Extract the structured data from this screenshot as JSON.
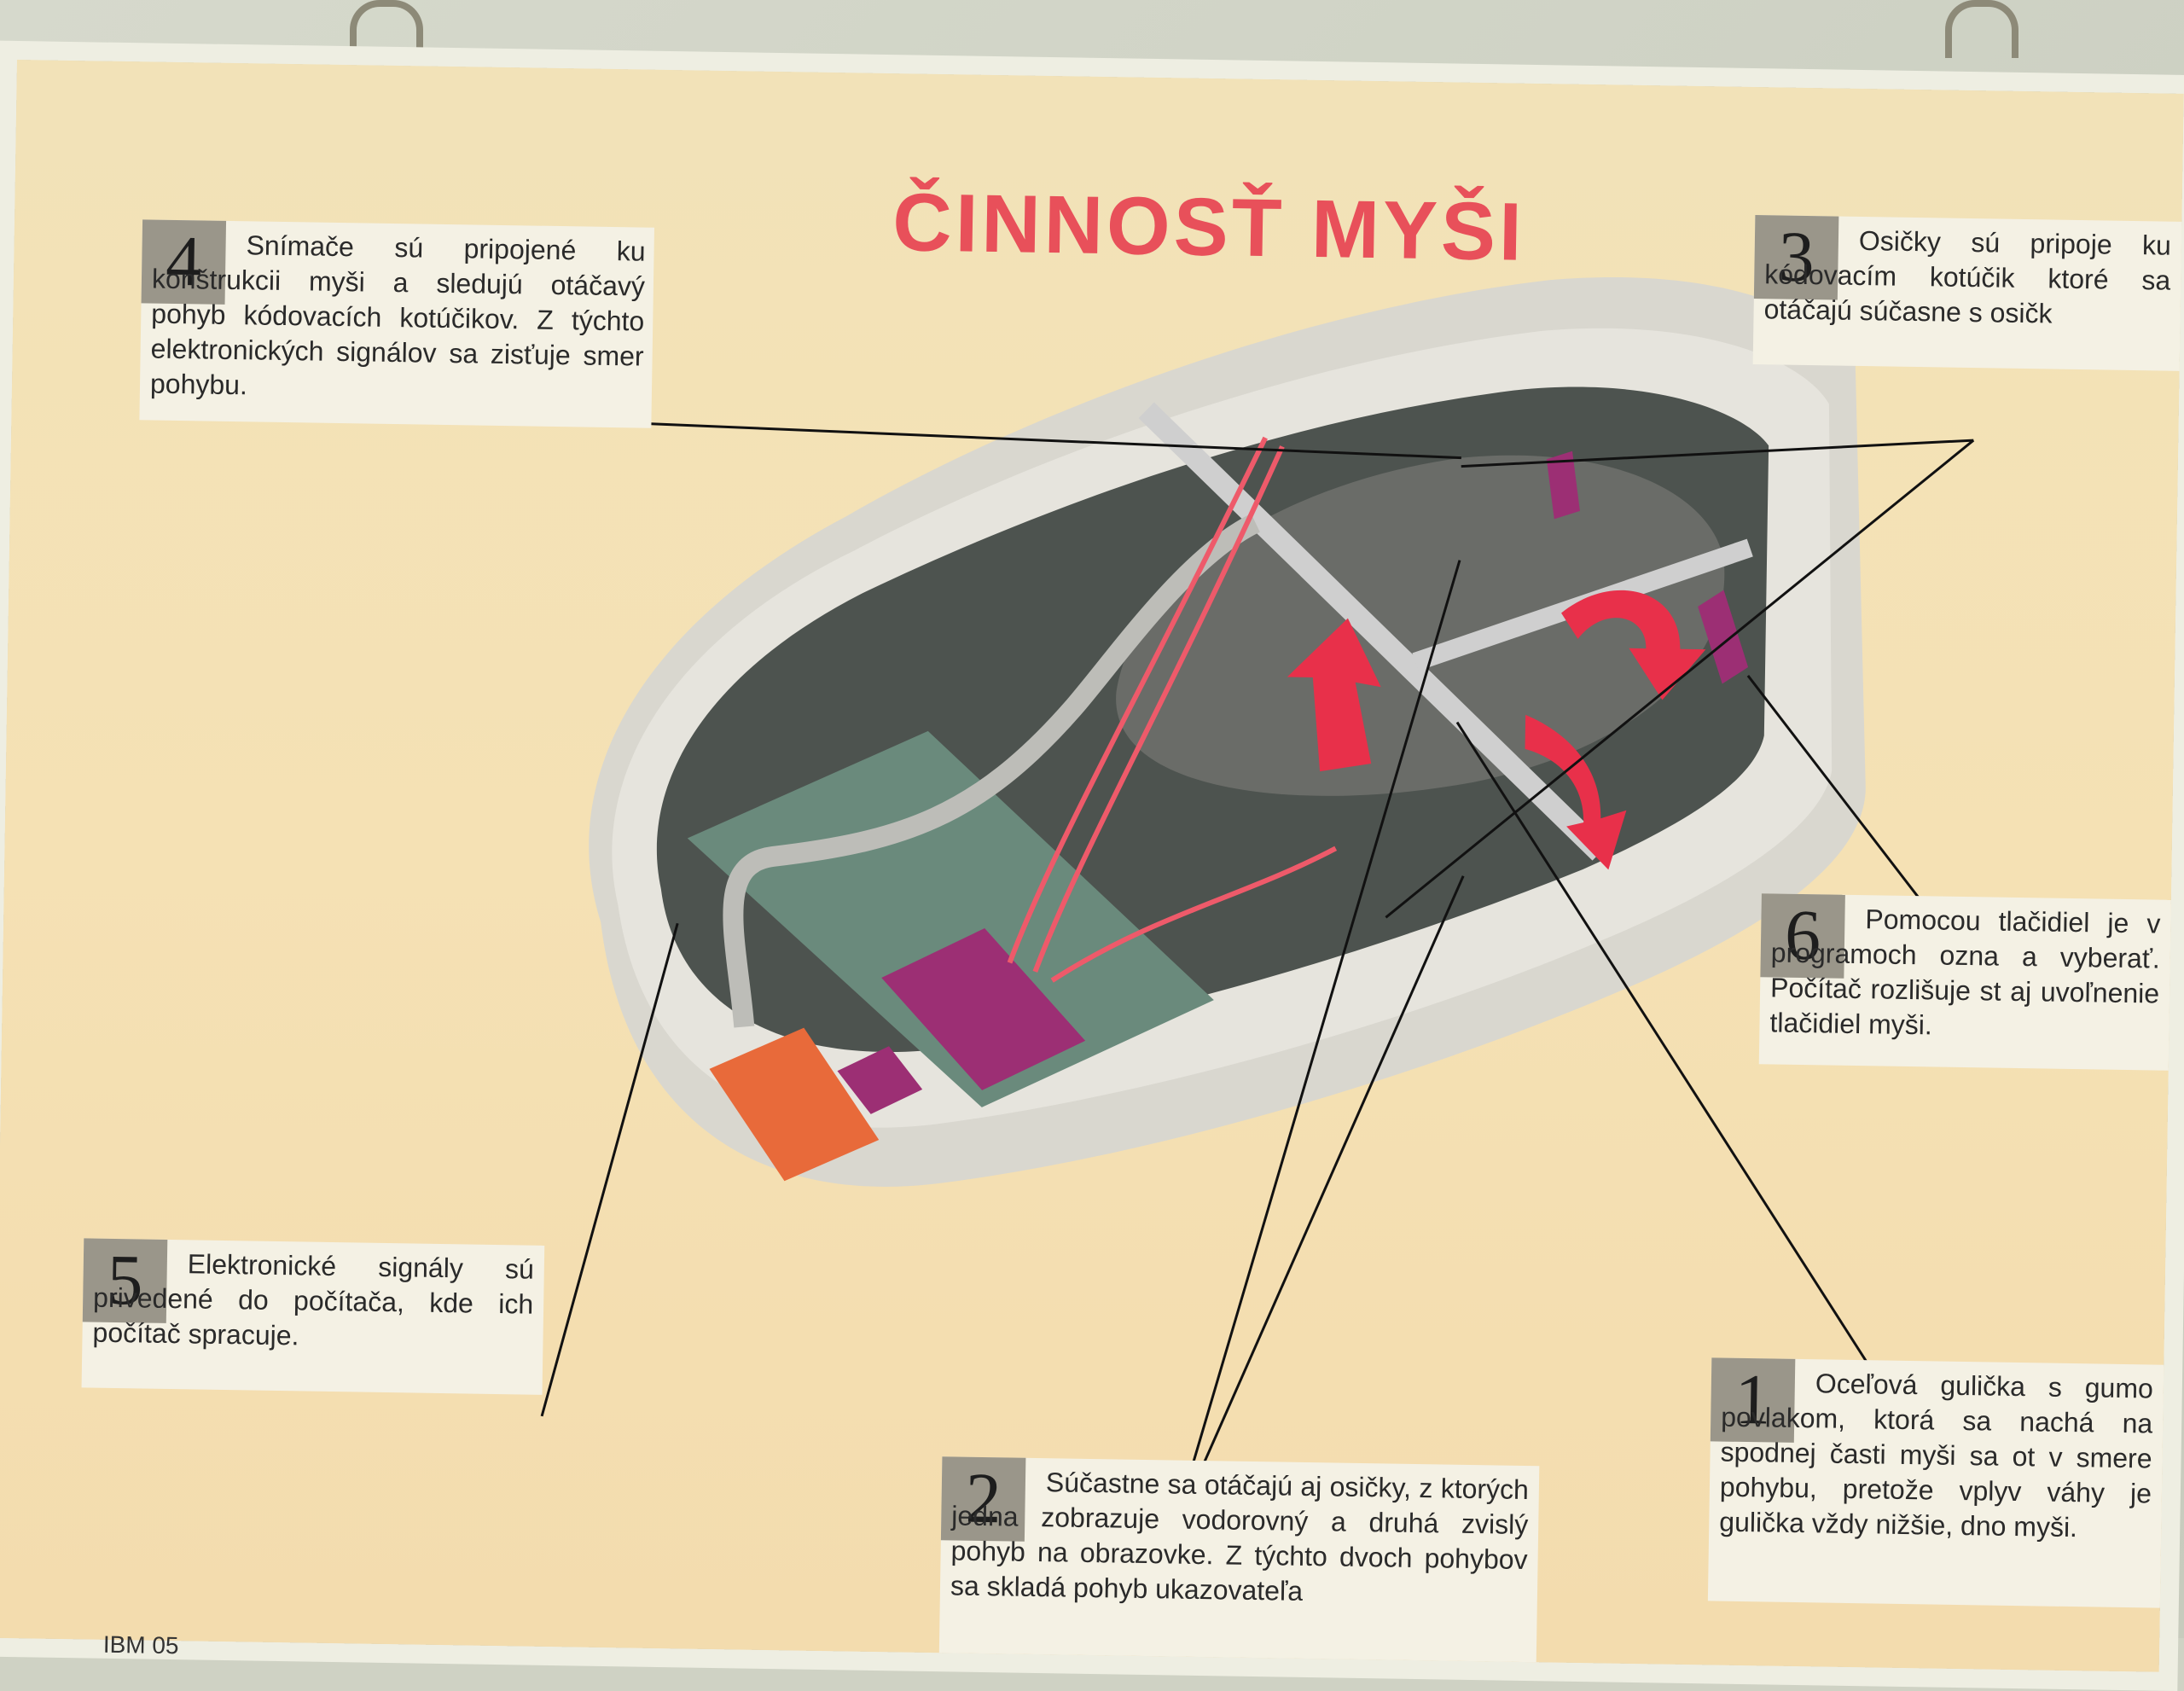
{
  "title": "ČINNOSŤ MYŠI",
  "footer_code": "IBM 05",
  "callouts": [
    {
      "num": "4",
      "text": "Snímače sú pripojené ku konštrukcii myši a sledujú otáčavý pohyb kódovacích kotúčikov. Z týchto elektronických signálov sa zisťuje smer pohybu."
    },
    {
      "num": "3",
      "text": "Osičky sú pripoje ku kódovacím kotúčik ktoré sa otáčajú súčasne s osičk"
    },
    {
      "num": "6",
      "text": "Pomocou tlačidiel je v programoch ozna a vyberať. Počítač rozlišuje st aj uvoľnenie tlačidiel myši."
    },
    {
      "num": "5",
      "text": "Elektronické signály sú privedené do počítača, kde ich počítač spracuje."
    },
    {
      "num": "2",
      "text": "Súčastne sa otáčajú aj osičky, z ktorých jedna zobrazuje vodorovný a druhá zvislý pohyb na obrazovke. Z týchto dvoch pohybov sa skladá pohyb ukazovateľa"
    },
    {
      "num": "1",
      "text": "Oceľová gulička s gumo povlakom, ktorá sa nachá na spodnej časti myši sa ot v smere pohybu, pretože vplyv váhy je gulička vždy nižšie, dno myši."
    }
  ],
  "colors": {
    "title": "#e8505a",
    "poster": "#f5e1b4",
    "mouse_shell": "#e6e4dd",
    "circuit_board": "#6a8a7c",
    "chip": "#9c2f74",
    "wire": "#ee5a6a",
    "arrow": "#e8304a",
    "number_box": "#9a968a"
  }
}
